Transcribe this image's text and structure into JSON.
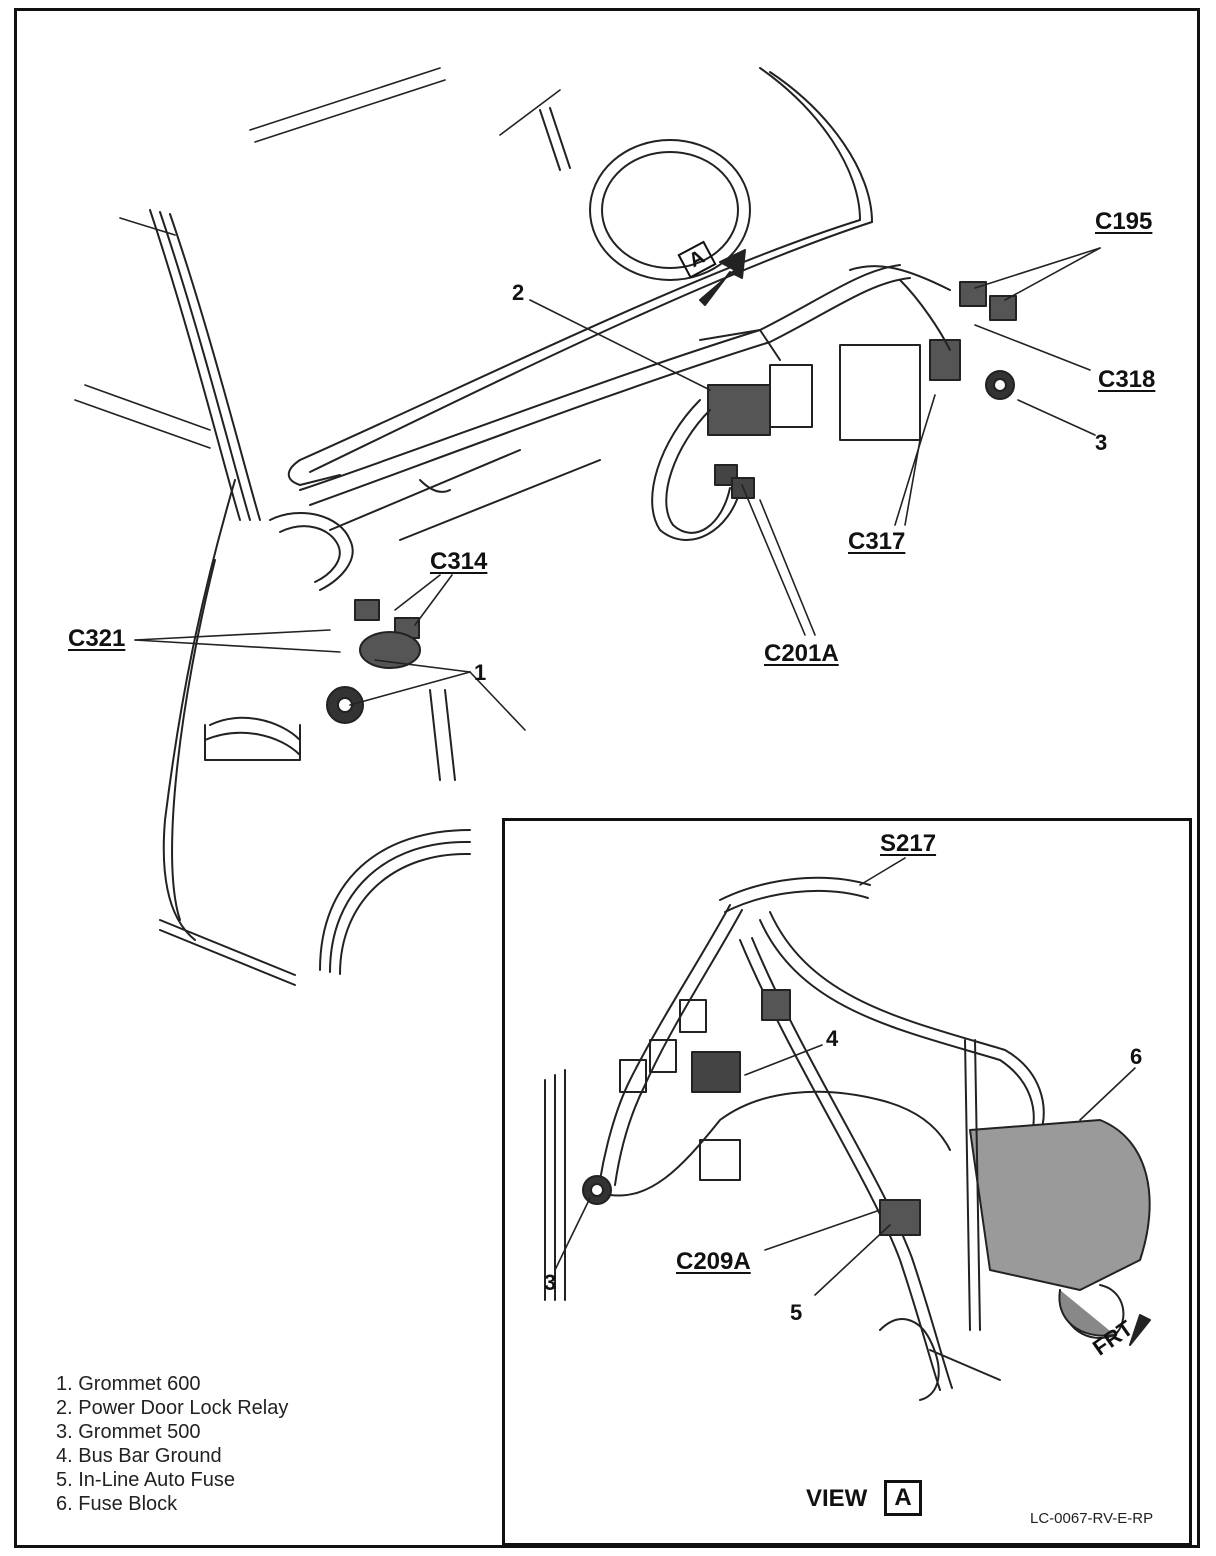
{
  "callouts": {
    "c195": "C195",
    "c318": "C318",
    "c317": "C317",
    "c314": "C314",
    "c321": "C321",
    "c201a": "C201A",
    "s217": "S217",
    "c209a": "C209A",
    "n1": "1",
    "n2": "2",
    "n3_top": "3",
    "n3_inset": "3",
    "n4": "4",
    "n5": "5",
    "n6": "6",
    "view_a_marker": "A"
  },
  "legend": [
    "1.  Grommet 600",
    "2.  Power Door Lock Relay",
    "3.  Grommet 500",
    "4.  Bus Bar Ground",
    "5.  In-Line Auto Fuse",
    "6.  Fuse Block"
  ],
  "inset": {
    "view_label": "VIEW",
    "view_letter": "A",
    "direction": "FRT"
  },
  "code": "LC-0067-RV-E-RP"
}
